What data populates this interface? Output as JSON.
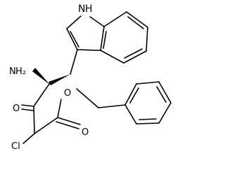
{
  "structure": {
    "atoms": {
      "nh": "NH",
      "h_suffix": "H",
      "n_prefix": "N",
      "amine_h2": "H₂",
      "ketone_o": "O",
      "ester_o": "O",
      "carbonyl_o": "O",
      "cl": "Cl"
    },
    "colors": {
      "bond": "#000000",
      "background": "#ffffff"
    }
  }
}
